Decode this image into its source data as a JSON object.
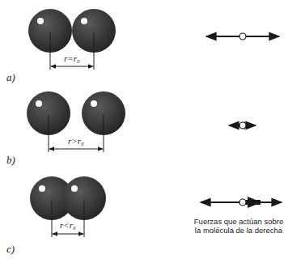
{
  "diagram": {
    "labels": [
      "a)",
      "r=r₀",
      "b)",
      "r>r₀",
      "c)",
      "r<r₀",
      "Fuerzas que actúan sobre la molécula de la derecha"
    ]
  }
}
